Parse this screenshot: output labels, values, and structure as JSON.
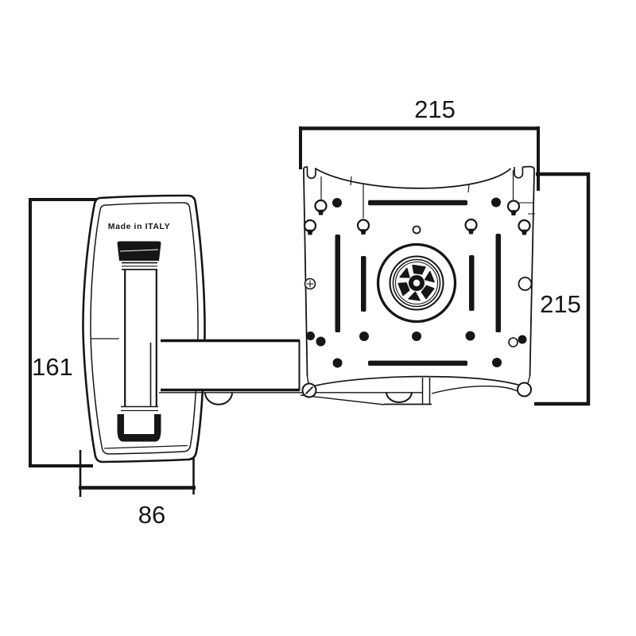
{
  "drawing": {
    "made_in_label": "Made in ITALY",
    "dimensions": {
      "top_width": "215",
      "right_height": "215",
      "left_height": "161",
      "bottom_depth": "86"
    }
  },
  "colors": {
    "ink": "#161616",
    "paper": "#ffffff"
  }
}
